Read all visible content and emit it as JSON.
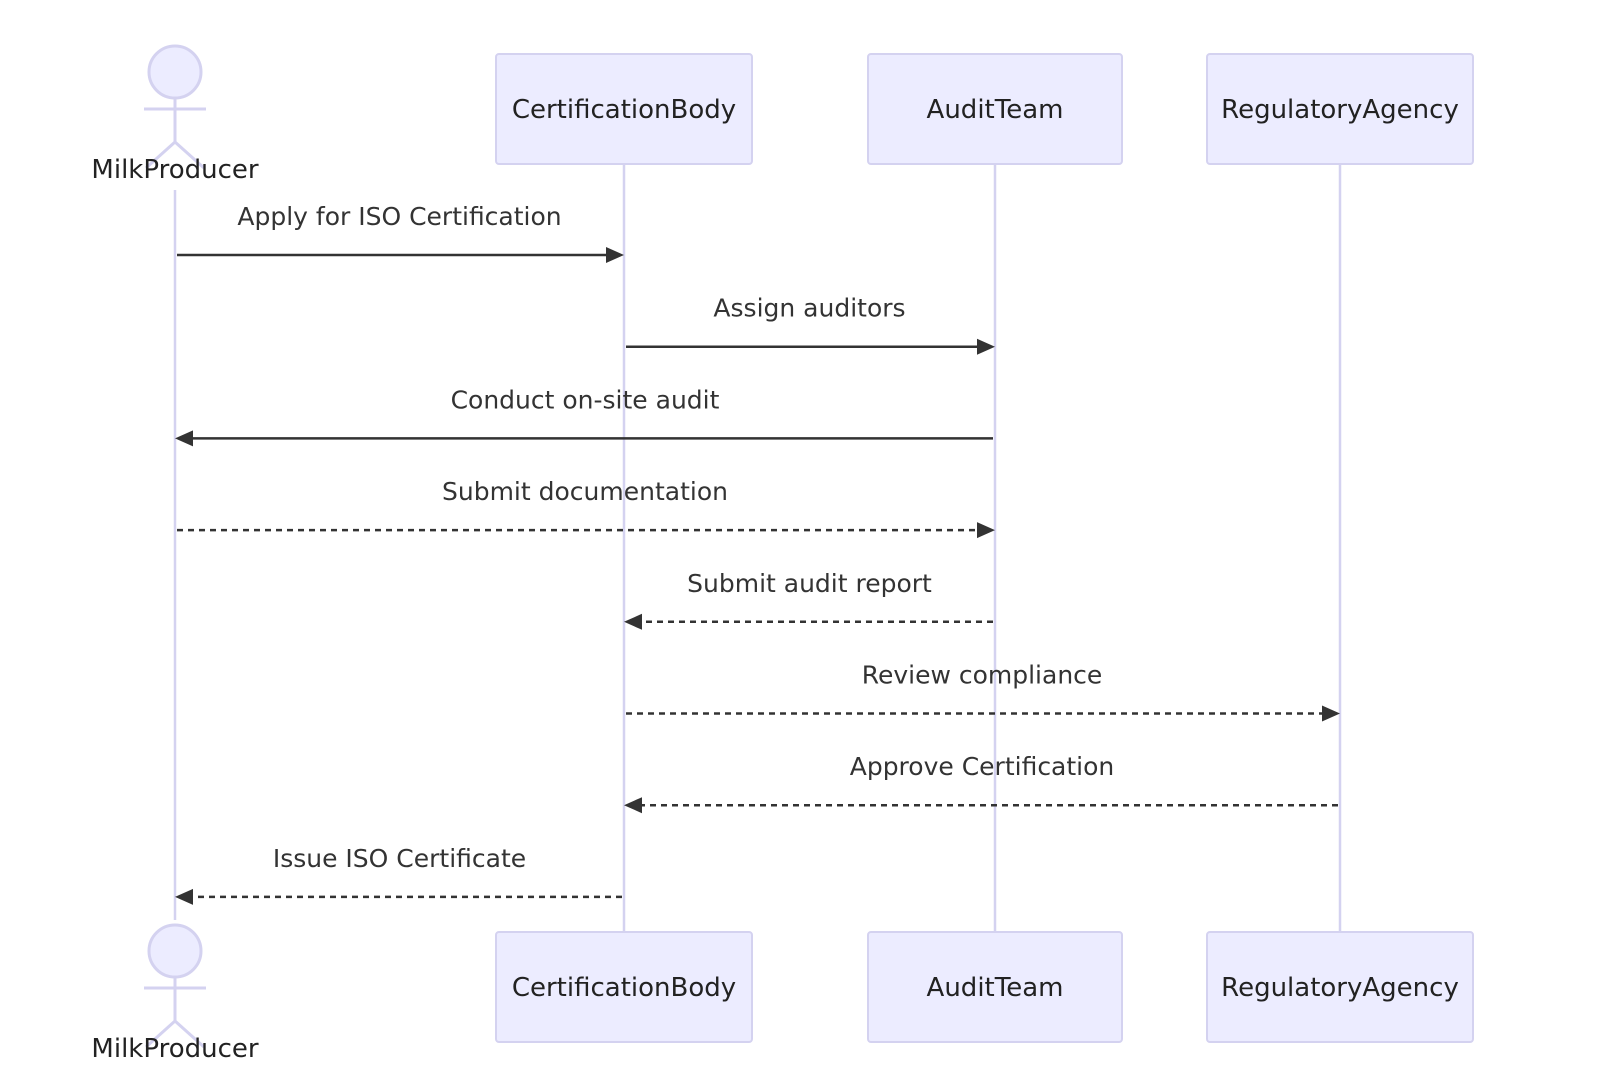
{
  "participants": [
    {
      "id": "milk-producer",
      "label": "MilkProducer",
      "kind": "actor"
    },
    {
      "id": "certification-body",
      "label": "CertificationBody",
      "kind": "box"
    },
    {
      "id": "audit-team",
      "label": "AuditTeam",
      "kind": "box"
    },
    {
      "id": "regulatory-agency",
      "label": "RegulatoryAgency",
      "kind": "box"
    }
  ],
  "messages": [
    {
      "from": "milk-producer",
      "to": "certification-body",
      "label": "Apply for ISO Certification",
      "style": "solid"
    },
    {
      "from": "certification-body",
      "to": "audit-team",
      "label": "Assign auditors",
      "style": "solid"
    },
    {
      "from": "audit-team",
      "to": "milk-producer",
      "label": "Conduct on-site audit",
      "style": "solid"
    },
    {
      "from": "milk-producer",
      "to": "audit-team",
      "label": "Submit documentation",
      "style": "dashed"
    },
    {
      "from": "audit-team",
      "to": "certification-body",
      "label": "Submit audit report",
      "style": "dashed"
    },
    {
      "from": "certification-body",
      "to": "regulatory-agency",
      "label": "Review compliance",
      "style": "dashed"
    },
    {
      "from": "regulatory-agency",
      "to": "certification-body",
      "label": "Approve Certification",
      "style": "dashed"
    },
    {
      "from": "certification-body",
      "to": "milk-producer",
      "label": "Issue ISO Certificate",
      "style": "dashed"
    }
  ],
  "colors": {
    "box_fill": "#ececff",
    "box_stroke": "#d4d2f0",
    "lifeline": "#d4d2f0",
    "arrow": "#333333",
    "text": "#222222"
  }
}
